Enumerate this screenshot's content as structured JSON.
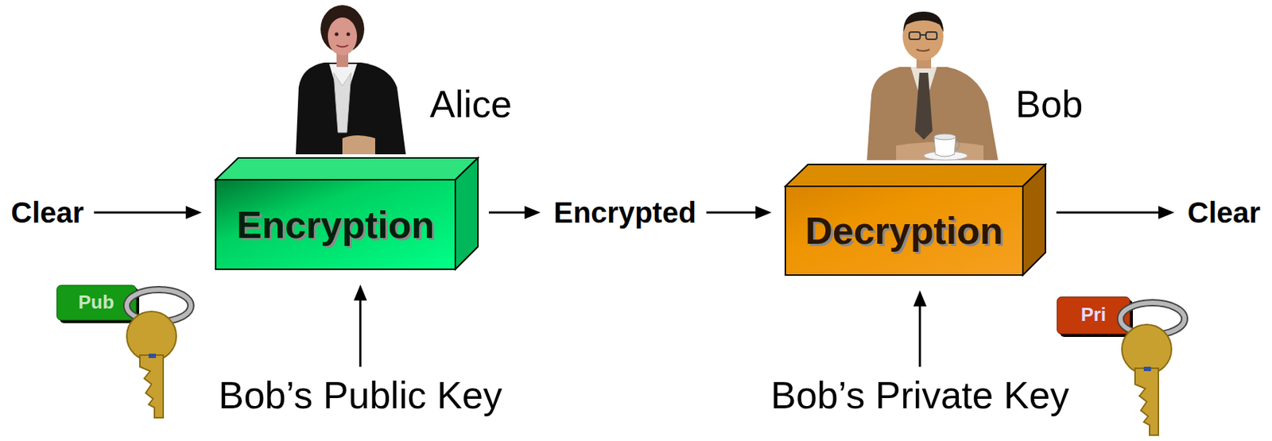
{
  "diagram": {
    "nodes": [
      {
        "text": [
          "Clear"
        ]
      },
      {
        "text": [
          "Encryption"
        ]
      },
      {
        "text": [
          "Encrypted"
        ]
      },
      {
        "text": [
          "Decryption"
        ]
      },
      {
        "text": [
          "Clear"
        ]
      },
      {
        "text": [
          "Bob’s Public Key"
        ]
      },
      {
        "text": [
          "Bob’s Private Key"
        ]
      }
    ],
    "edges": [
      {
        "from": 0,
        "to": 1,
        "arrow": "to"
      },
      {
        "from": 1,
        "to": 2,
        "arrow": "to"
      },
      {
        "from": 2,
        "to": 3,
        "arrow": "to"
      },
      {
        "from": 3,
        "to": 4,
        "arrow": "to"
      },
      {
        "from": 5,
        "to": 1,
        "arrow": "to"
      },
      {
        "from": 6,
        "to": 3,
        "arrow": "to"
      }
    ],
    "labels": [
      "Alice",
      "Bob",
      "Pub",
      "Pri"
    ]
  }
}
